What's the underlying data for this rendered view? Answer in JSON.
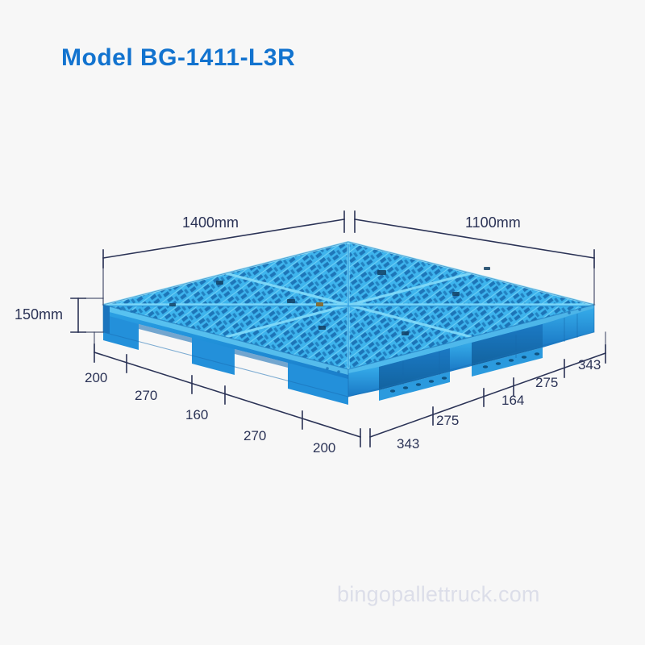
{
  "page": {
    "background_color": "#f7f7f7",
    "title": "Model BG-1411-L3R",
    "title_color": "#1273cf",
    "watermark": "bingopallettruck.com",
    "watermark_color": "#dcdee9",
    "dimension_line_color": "#2b3356",
    "pallet_colors": {
      "light": "#4fc3f0",
      "mid": "#29a8e8",
      "deep": "#1f7fd0",
      "shadow": "#1565b0",
      "dark": "#0f4f8f"
    }
  },
  "dimensions": {
    "unit": "mm",
    "top": {
      "left_label": "1400mm",
      "right_label": "1100mm"
    },
    "height": {
      "label": "150mm"
    },
    "bottom_left_chain": {
      "total": "1100mm",
      "segments": [
        "200",
        "270",
        "160",
        "270",
        "200"
      ]
    },
    "bottom_right_chain": {
      "total": "1400mm",
      "segments": [
        "343",
        "275",
        "164",
        "275",
        "343"
      ]
    }
  },
  "labels": {
    "top_left": "1400mm",
    "top_right": "1100mm",
    "height": "150mm",
    "l1": "200",
    "l2": "270",
    "l3": "160",
    "l4": "270",
    "l5": "200",
    "r1": "343",
    "r2": "275",
    "r3": "164",
    "r4": "275",
    "r5": "343"
  }
}
